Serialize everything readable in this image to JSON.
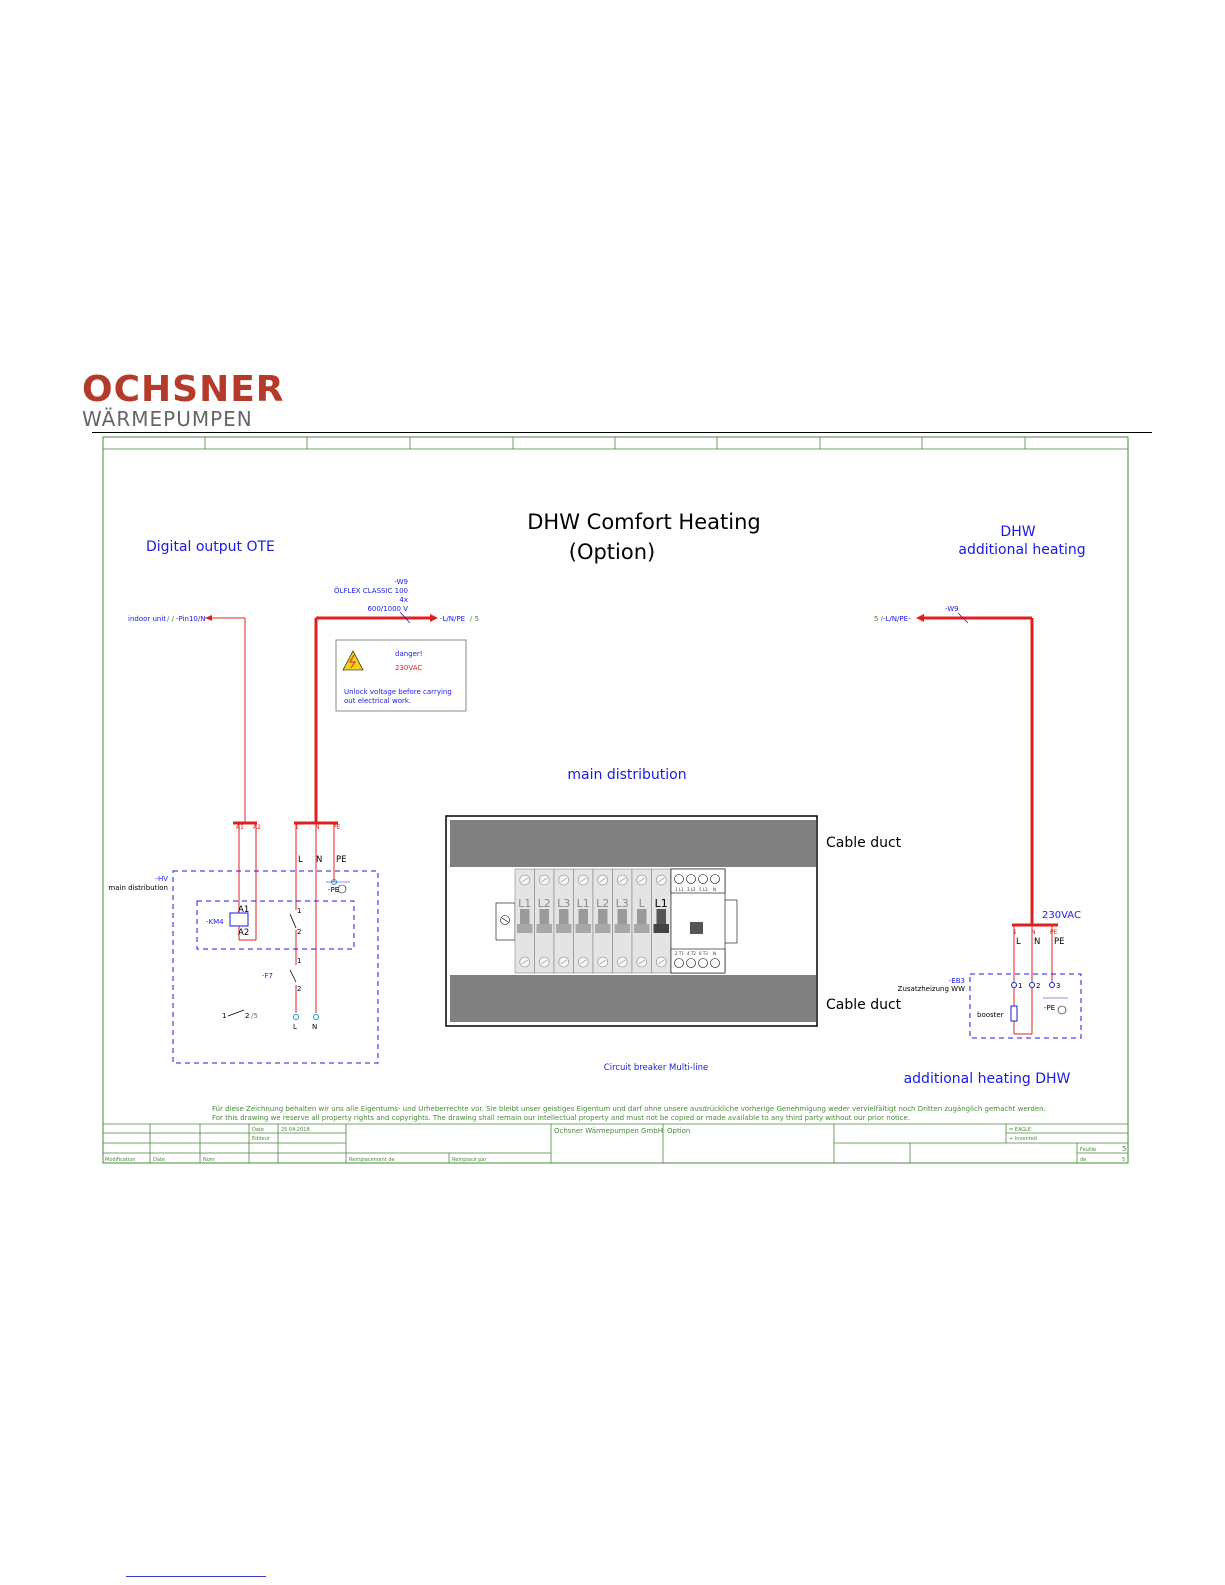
{
  "logo": {
    "brand": "OCHSNER",
    "subtitle": "WÄRMEPUMPEN"
  },
  "title": {
    "line1": "DHW  Comfort  Heating",
    "line2": "(Option)"
  },
  "left_section": {
    "heading": "Digital output OTE"
  },
  "right_section": {
    "heading_line1": "DHW",
    "heading_line2": "additional heating"
  },
  "cable": {
    "id": "-W9",
    "type": "ÖLFLEX CLASSIC 100",
    "cores": "4x",
    "voltage": "600/1000 V",
    "target": "-L/N/PE",
    "target_ref": "/ 5"
  },
  "indoor": {
    "label": "indoor unit",
    "ref": "/ /",
    "pin": "-Pin10/N"
  },
  "right_cable": {
    "id": "-W9",
    "ref": "5 /",
    "target": "-L/N/PE-"
  },
  "warning": {
    "title": "danger!",
    "voltage": "230VAC",
    "text_line1": "Unlock voltage before carrying",
    "text_line2": "out electrical work."
  },
  "main_distribution": {
    "label": "main distribution"
  },
  "left_box": {
    "id": "-HV",
    "label": "main distribution",
    "relay": "-KM4",
    "coil_a1": "A1",
    "coil_a2": "A2",
    "fuse": "-F7",
    "pe": "-PE",
    "bottom_l": "L",
    "bottom_n": "N",
    "contact_ref_from": "1",
    "contact_ref_to": "2",
    "contact_ref_sheet": "/5"
  },
  "terminals_left": [
    "A1",
    "A2"
  ],
  "terminals_mid": [
    "L",
    "N",
    "PE"
  ],
  "terminal_top_small": [
    "1",
    "N",
    "PE"
  ],
  "contact_numbers": [
    "1",
    "2",
    "1",
    "2"
  ],
  "cabinet": {
    "duct_top": "Cable duct",
    "duct_bottom": "Cable duct",
    "caption": "Circuit breaker  Multi-line"
  },
  "breakers": [
    "L1",
    "L2",
    "L3",
    "L1",
    "L2",
    "L3",
    "L",
    "L1"
  ],
  "rcd_top_labels": [
    "1 L1",
    "3 L2",
    "5 L3",
    "N"
  ],
  "rcd_bottom_labels": [
    "2 T1",
    "4 T2",
    "6 T3",
    "N"
  ],
  "right_box": {
    "voltage": "230VAC",
    "id": "-EB3",
    "label": "Zusatzheizung WW",
    "booster": "booster",
    "pe": "-PE",
    "terminals": [
      "L",
      "N",
      "PE"
    ],
    "terminal_small": [
      "1",
      "N",
      "PE"
    ],
    "pins": [
      "1",
      "2",
      "3"
    ],
    "footer": "additional heating DHW"
  },
  "copyright": {
    "line1": "Für diese Zeichnung behalten wir uns alle Eigentums- und Urheberrechte vor. Sie bleibt unser geistiges Eigentum und darf ohne unsere ausdrückliche vorherige Genehmigung weder vervielfältigt noch Dritten zugänglich gemacht werden.",
    "line2": "For this drawing we reserve all property rights and copyrights. The drawing shall remain our intellectual property and must not be copied or made available to any third party without our prior notice."
  },
  "title_block": {
    "date_label": "Date",
    "date_value": "25.04.2018",
    "editor_label": "Editeur",
    "company": "Ochsner Wärmepumpen GmbH",
    "option": "Option",
    "eagle": "= EAGLE",
    "invented": "+ Invented",
    "sheet_label": "Feuille",
    "sheet_value": "5",
    "of_label": "de",
    "of_value": "5",
    "col_modification": "Modification",
    "col_date": "Date",
    "col_nom": "Nom",
    "col_replacement": "Remplacement de",
    "col_replaced": "Remplacé par"
  },
  "colors": {
    "red": "#e02020",
    "blue": "#1a1ae6",
    "green": "#4a8a3a",
    "brand": "#b43a2a"
  }
}
